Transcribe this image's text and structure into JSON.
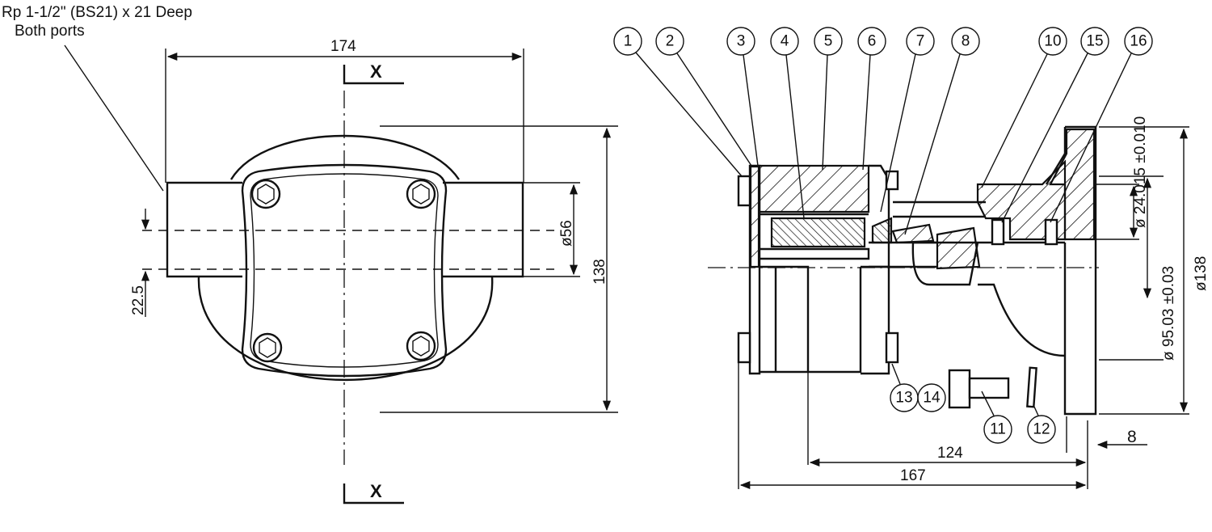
{
  "note": {
    "line1": "Rp 1-1/2\" (BS21) x 21 Deep",
    "line2": "Both ports"
  },
  "front_view": {
    "section_mark": "X",
    "dims": {
      "width": "174",
      "height": "138",
      "port_dia": "ø56",
      "offset": "22.5"
    }
  },
  "side_view": {
    "balloons": [
      "1",
      "2",
      "3",
      "4",
      "5",
      "6",
      "7",
      "8",
      "10",
      "15",
      "16",
      "13",
      "14",
      "11",
      "12"
    ],
    "dims": {
      "length_overall": "167",
      "length_inner": "124",
      "flange": "8",
      "shaft_dia": "ø 24.015  ±0.010",
      "spigot_dia": "ø 95.03  ±0.03",
      "flange_dia": "ø138"
    }
  }
}
